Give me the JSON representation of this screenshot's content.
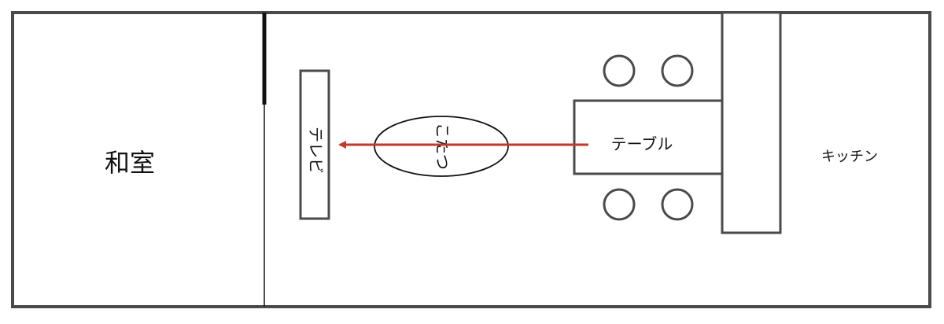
{
  "rooms": {
    "washitsu": "和室",
    "kitchen": "キッチン"
  },
  "furniture": {
    "tv": "テレビ",
    "kotatsu": "こたつ",
    "table": "テーブル"
  },
  "colors": {
    "wall": "#4a4a4a",
    "line": "#111111",
    "arrow": "#c0392b",
    "background": "#ffffff"
  }
}
